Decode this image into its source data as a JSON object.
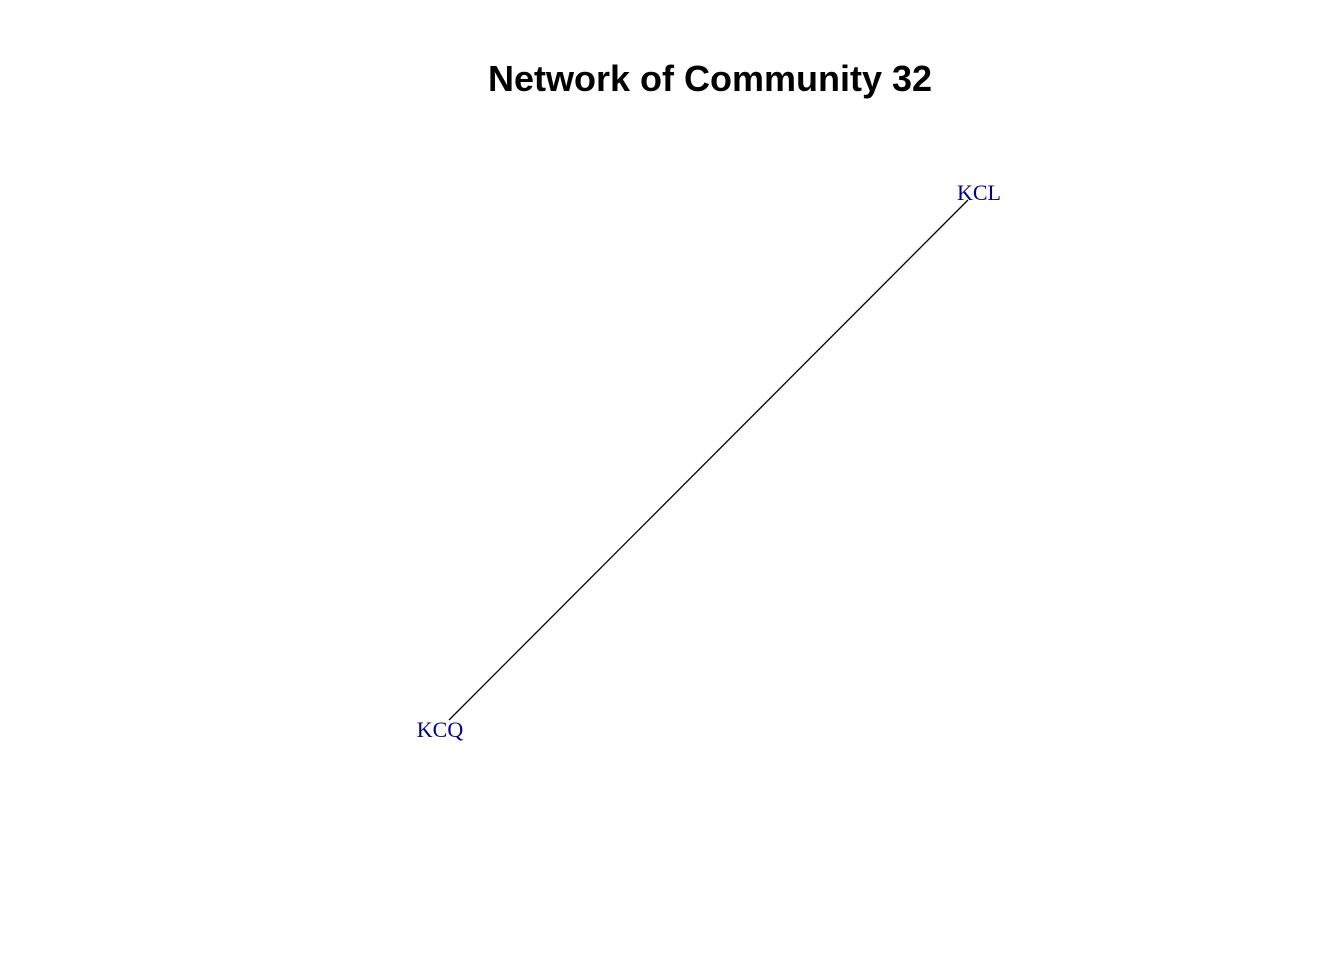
{
  "title": "Network of Community 32",
  "colors": {
    "background": "#ffffff",
    "title": "#000000",
    "node_label": "#00008B",
    "edge": "#000000"
  },
  "nodes": [
    {
      "id": "KCL",
      "label": "KCL"
    },
    {
      "id": "KCQ",
      "label": "KCQ"
    }
  ],
  "edges": [
    {
      "source": "KCL",
      "target": "KCQ"
    }
  ]
}
